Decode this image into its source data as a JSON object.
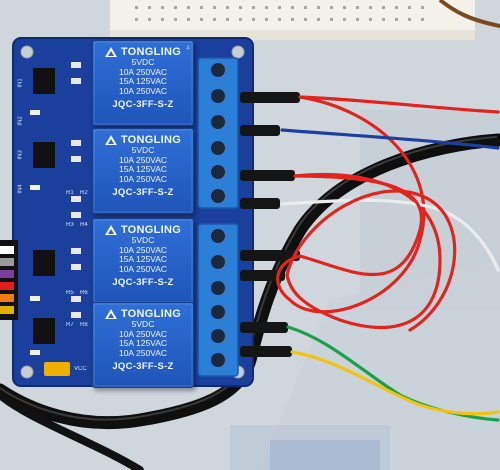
{
  "relays": [
    {
      "brand": "TONGLING",
      "voltage": "5VDC",
      "rating_1": "10A 250VAC",
      "rating_2": "15A 125VAC",
      "rating_3": "10A 250VAC",
      "model": "JQC-3FF-S-Z",
      "pin_mark": "4"
    },
    {
      "brand": "TONGLING",
      "voltage": "5VDC",
      "rating_1": "10A 250VAC",
      "rating_2": "15A 125VAC",
      "rating_3": "10A 250VAC",
      "model": "JQC-3FF-S-Z",
      "pin_mark": ""
    },
    {
      "brand": "TONGLING",
      "voltage": "5VDC",
      "rating_1": "10A 250VAC",
      "rating_2": "15A 125VAC",
      "rating_3": "10A 250VAC",
      "model": "JQC-3FF-S-Z",
      "pin_mark": ""
    },
    {
      "brand": "TONGLING",
      "voltage": "5VDC",
      "rating_1": "10A 250VAC",
      "rating_2": "15A 125VAC",
      "rating_3": "10A 250VAC",
      "model": "JQC-3FF-S-Z",
      "pin_mark": ""
    }
  ],
  "silkscreen": {
    "d1": "IN1",
    "d2": "IN2",
    "d3": "IN3",
    "d4": "IN4",
    "r1": "R1",
    "r2": "R2",
    "r3": "R3",
    "r4": "R4",
    "r5": "R5",
    "r6": "R6",
    "r7": "R7",
    "r8": "R8",
    "vcc": "VCC"
  },
  "colors": {
    "pcb": "#1a3f9c",
    "relay": "#2a62c8",
    "terminal": "#2c7fd6",
    "wire_red": "#e2241f",
    "wire_blue": "#1d3f9e",
    "wire_white": "#ececec",
    "wire_green": "#18a04a",
    "wire_yellow": "#f2c40f",
    "cable_black": "#141414",
    "jumper": "#f0b000"
  }
}
